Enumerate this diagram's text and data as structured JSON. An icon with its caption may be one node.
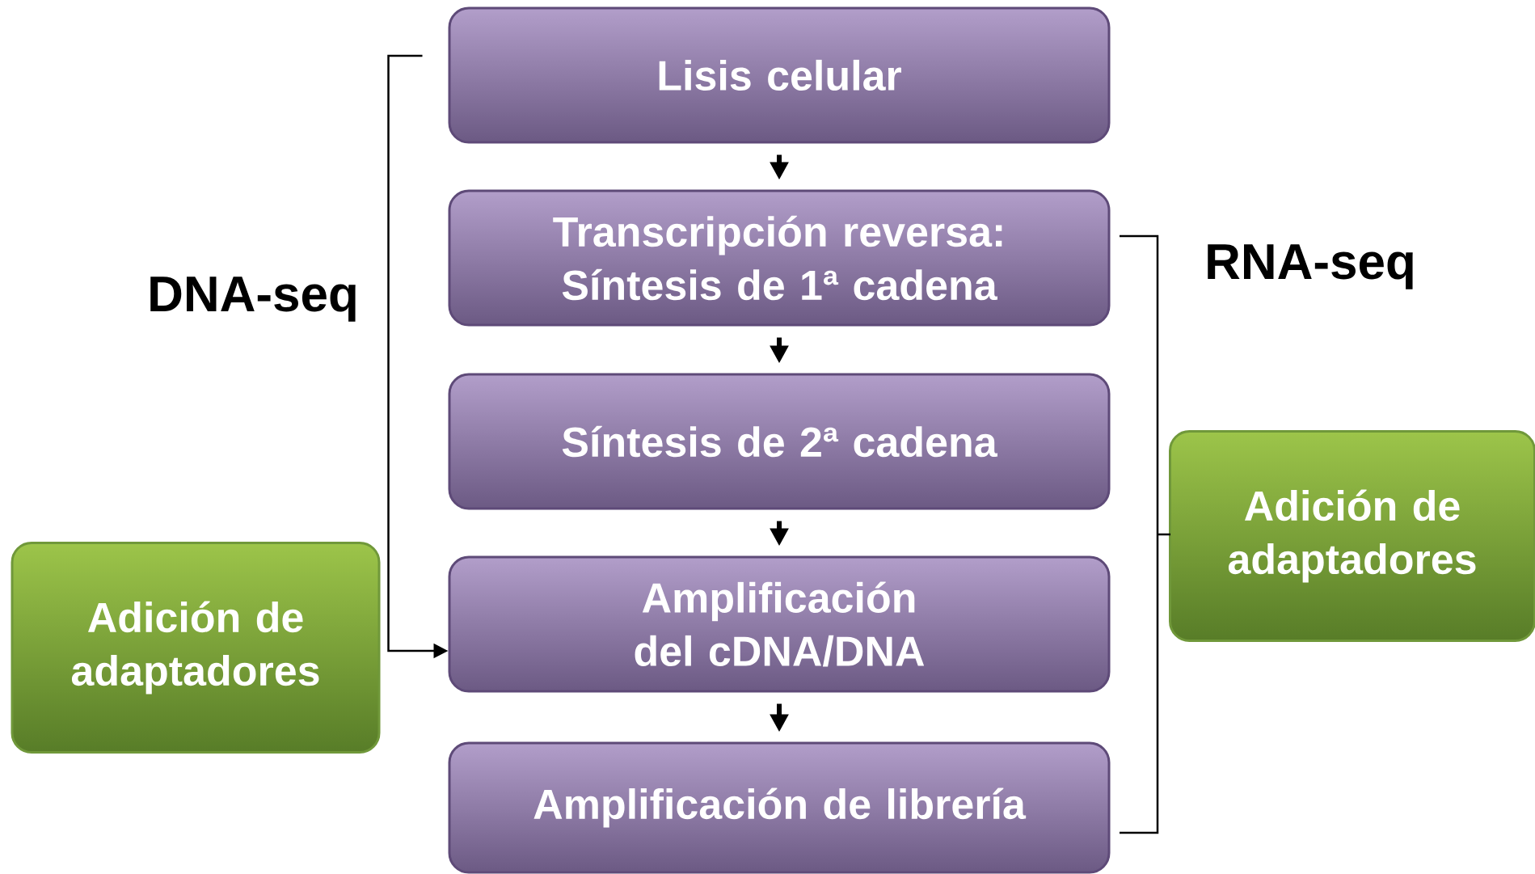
{
  "diagram": {
    "nodes": [
      {
        "text": [
          "Lisis celular"
        ]
      },
      {
        "text": [
          "Transcripción reversa: Síntesis de 1ª cadena"
        ]
      },
      {
        "text": [
          "Síntesis de 2ª cadena"
        ]
      },
      {
        "text": [
          "Amplificación del cDNA/DNA"
        ]
      },
      {
        "text": [
          "Amplificación de librería"
        ]
      },
      {
        "text": [
          "Adición de adaptadores"
        ]
      },
      {
        "text": [
          "Adición de adaptadores"
        ]
      }
    ],
    "edges": [
      {
        "from": 0,
        "to": 1,
        "arrow": "to"
      },
      {
        "from": 1,
        "to": 2,
        "arrow": "to"
      },
      {
        "from": 2,
        "to": 3,
        "arrow": "to"
      },
      {
        "from": 3,
        "to": 4,
        "arrow": "to"
      },
      {
        "from": 0,
        "to": 3,
        "arrow": "to"
      }
    ],
    "labels": [
      "DNA-seq",
      "RNA-seq"
    ]
  }
}
